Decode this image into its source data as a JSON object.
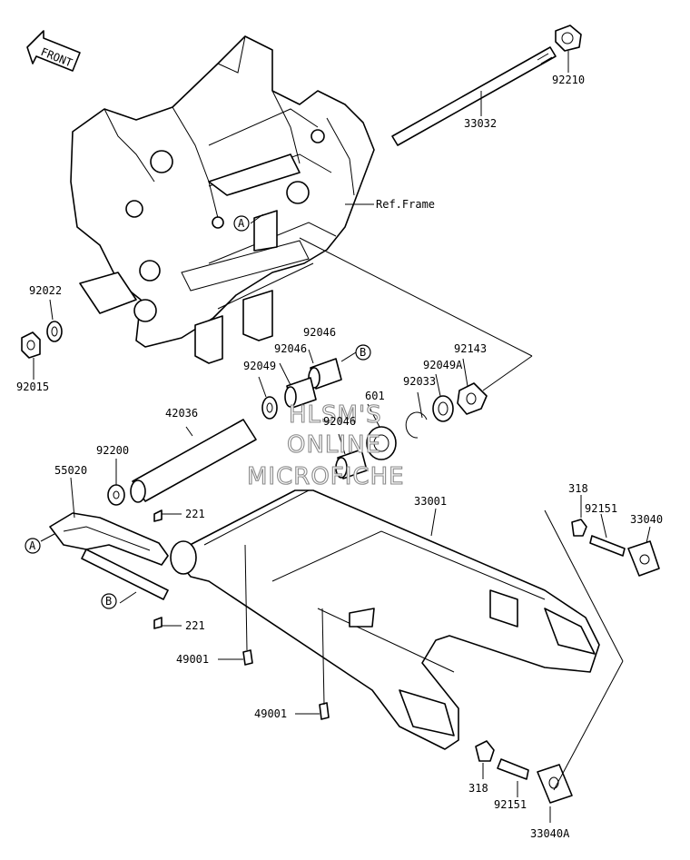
{
  "front_arrow": "FRONT",
  "reference_label": "Ref.Frame",
  "watermark": [
    "HLSM'S",
    "ONLINE",
    "MICROFICHE"
  ],
  "callouts": {
    "a": "A",
    "b": "B"
  },
  "parts": {
    "p92210": "92210",
    "p33032": "33032",
    "p92022": "92022",
    "p92015": "92015",
    "p92046_a": "92046",
    "p92046_b": "92046",
    "p92046_c": "92046",
    "p92049": "92049",
    "p92143": "92143",
    "p92049A": "92049A",
    "p92033": "92033",
    "p601": "601",
    "p42036": "42036",
    "p92200": "92200",
    "p55020": "55020",
    "p221_a": "221",
    "p221_b": "221",
    "p33001": "33001",
    "p318_a": "318",
    "p92151_a": "92151",
    "p33040": "33040",
    "p49001_a": "49001",
    "p49001_b": "49001",
    "p318_b": "318",
    "p92151_b": "92151",
    "p33040A": "33040A"
  },
  "colors": {
    "line": "#000000",
    "background": "#ffffff",
    "watermark_outline": "#8a8a8a"
  }
}
